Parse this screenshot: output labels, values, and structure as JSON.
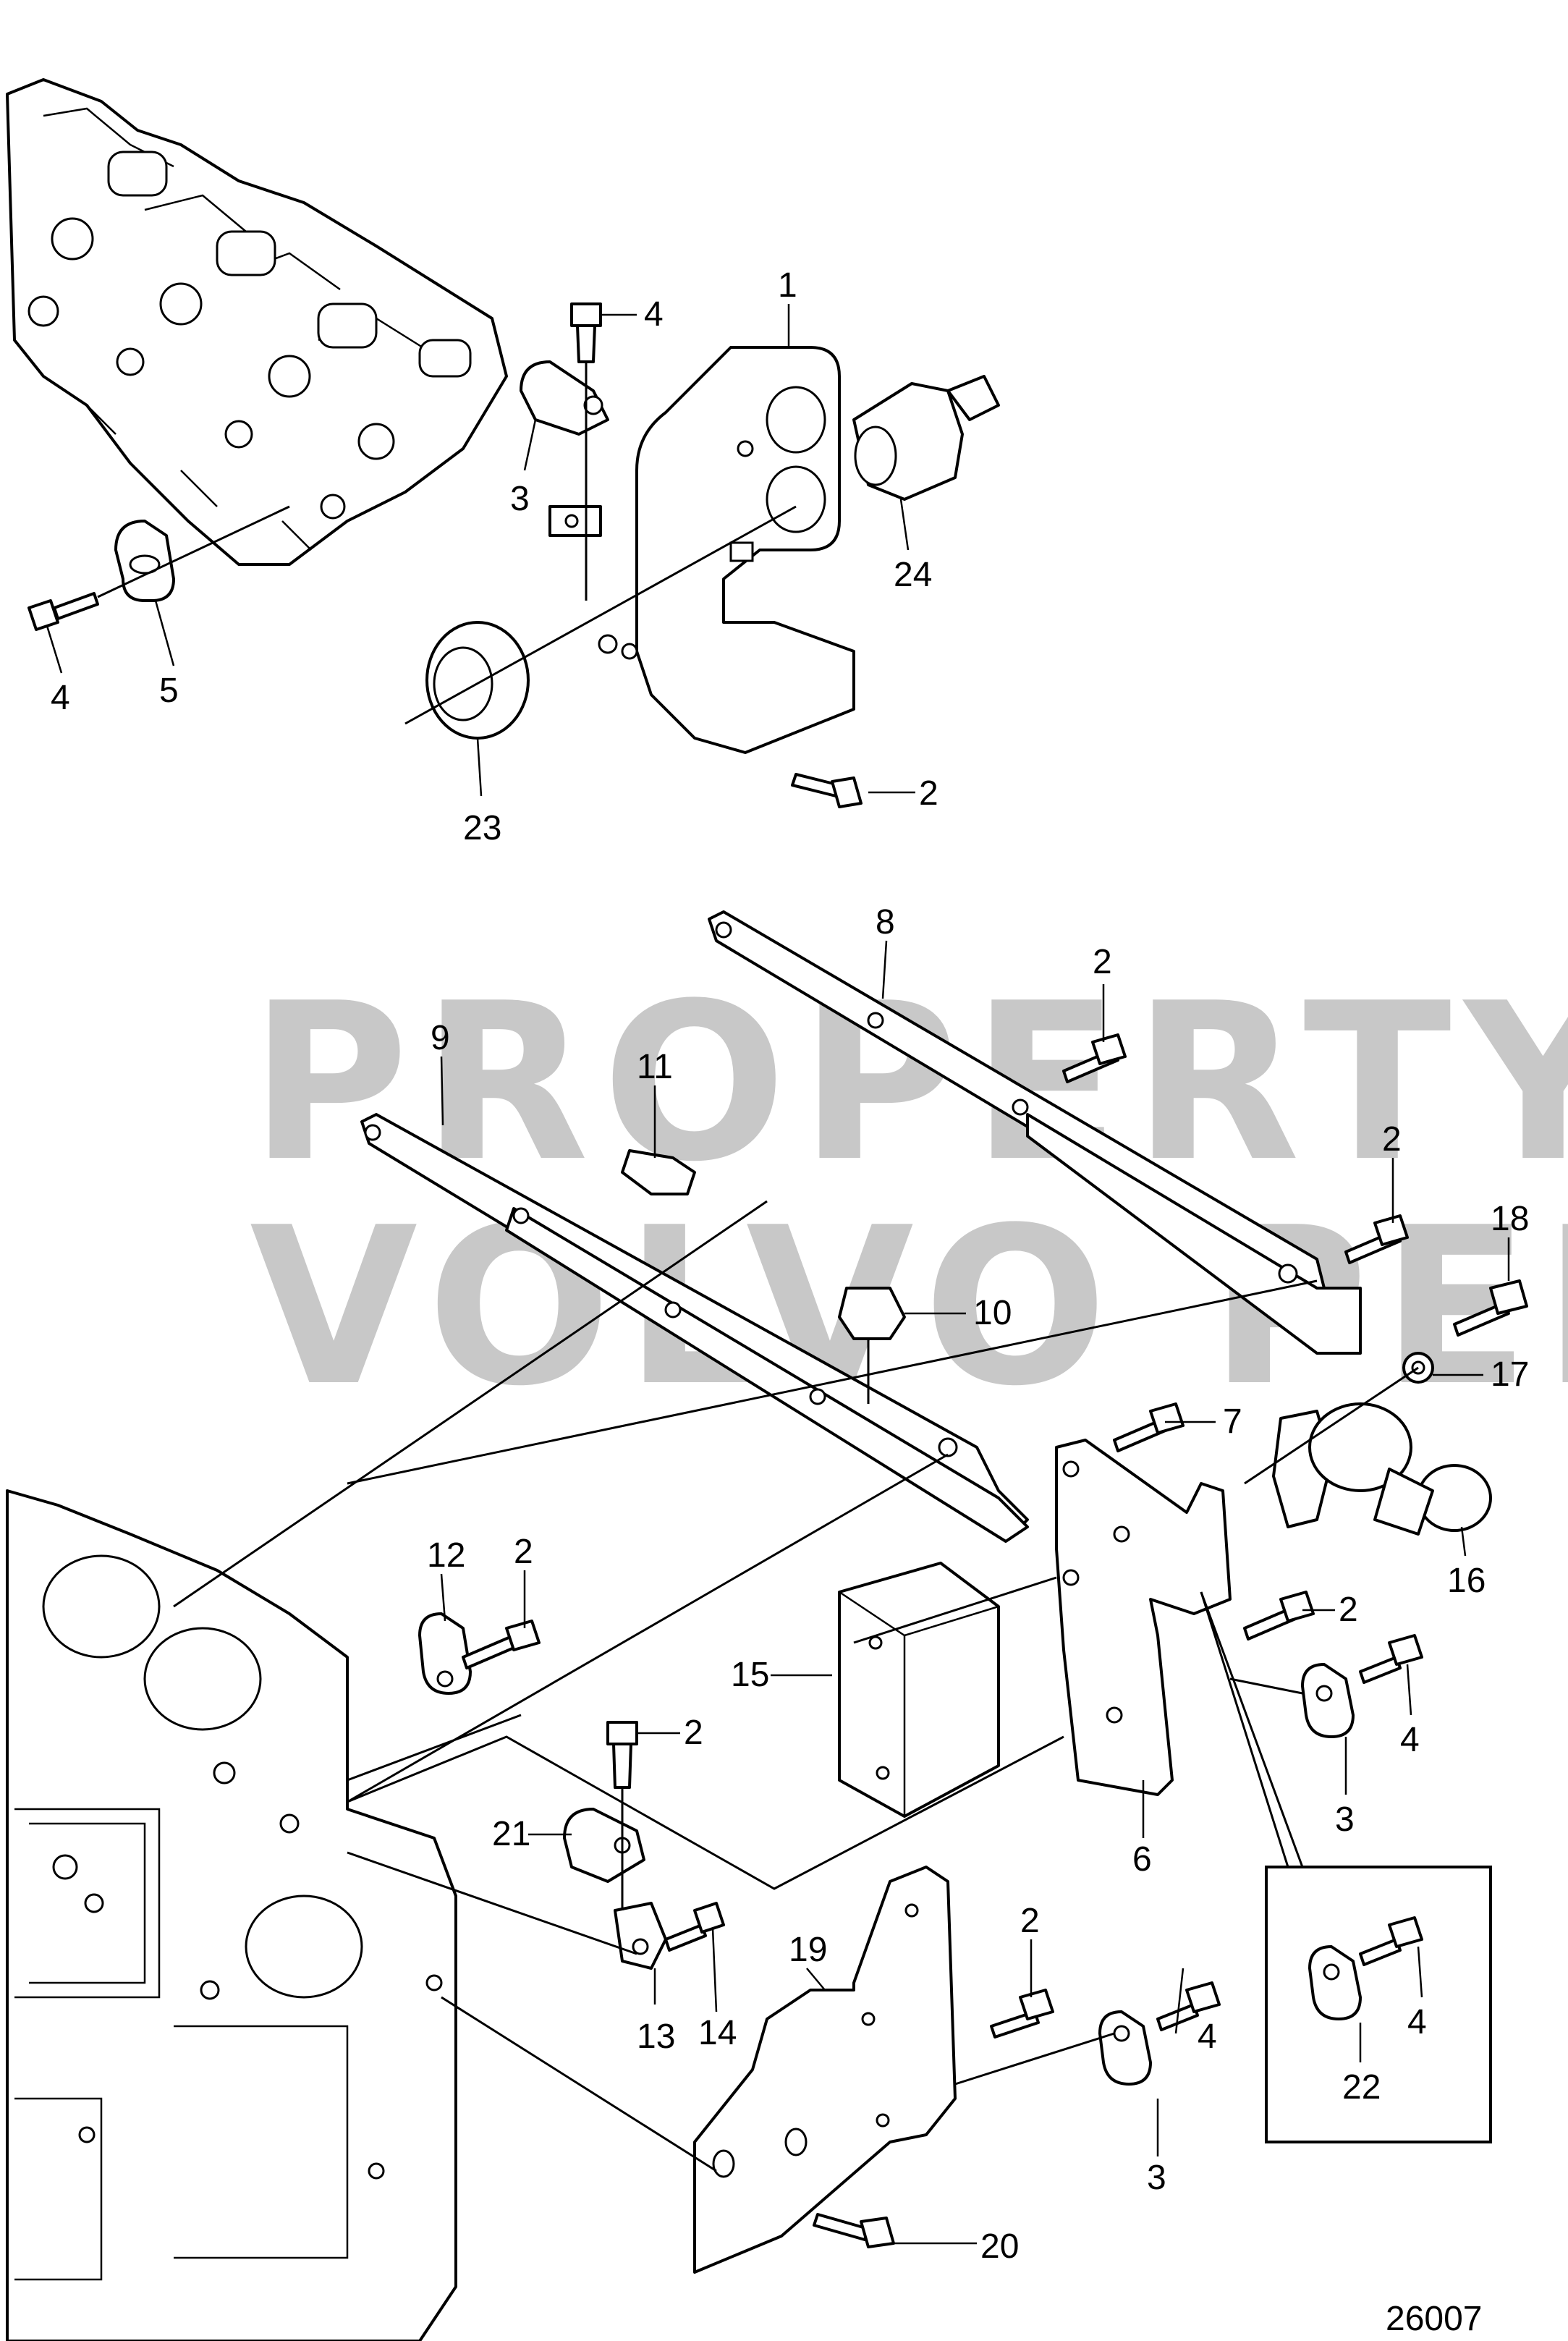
{
  "watermark": {
    "line1": "PROPERTY OF",
    "line2": "VOLVO PENTA",
    "color": "#c8c8c8"
  },
  "figure_number": "26007",
  "callouts": [
    "1",
    "2",
    "2",
    "2",
    "2",
    "2",
    "2",
    "2",
    "3",
    "3",
    "3",
    "4",
    "4",
    "4",
    "4",
    "4",
    "5",
    "6",
    "7",
    "8",
    "9",
    "10",
    "11",
    "12",
    "13",
    "14",
    "15",
    "16",
    "17",
    "18",
    "19",
    "20",
    "21",
    "22",
    "23",
    "24"
  ],
  "parts": [
    {
      "num": "1"
    },
    {
      "num": "2"
    },
    {
      "num": "3"
    },
    {
      "num": "4"
    },
    {
      "num": "5"
    },
    {
      "num": "6"
    },
    {
      "num": "7"
    },
    {
      "num": "8"
    },
    {
      "num": "9"
    },
    {
      "num": "10"
    },
    {
      "num": "11"
    },
    {
      "num": "12"
    },
    {
      "num": "13"
    },
    {
      "num": "14"
    },
    {
      "num": "15"
    },
    {
      "num": "16"
    },
    {
      "num": "17"
    },
    {
      "num": "18"
    },
    {
      "num": "19"
    },
    {
      "num": "20"
    },
    {
      "num": "21"
    },
    {
      "num": "22"
    },
    {
      "num": "23"
    },
    {
      "num": "24"
    }
  ]
}
